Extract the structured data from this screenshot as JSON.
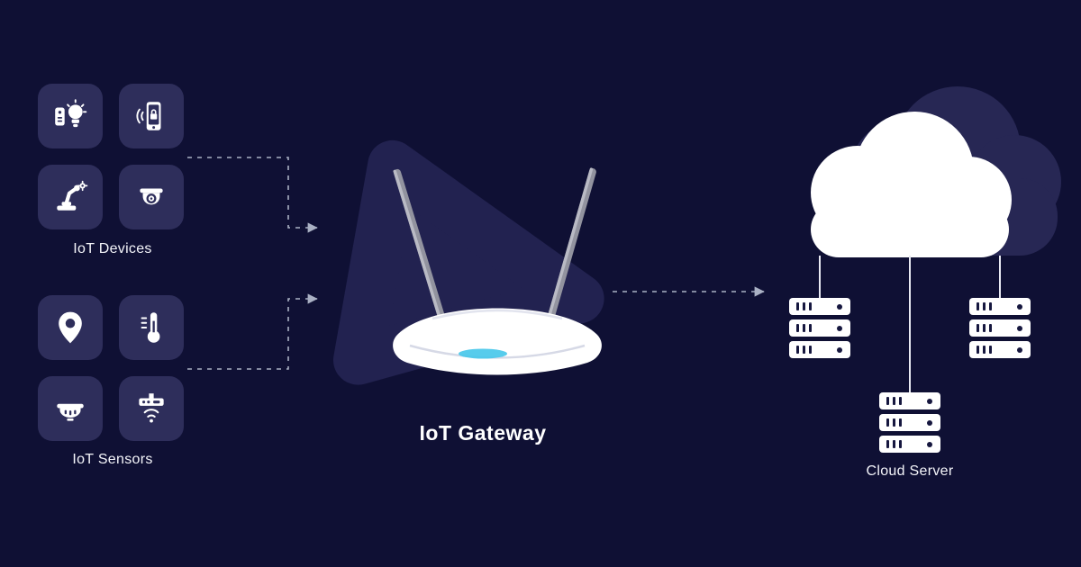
{
  "diagram_title": "IoT architecture diagram",
  "colors": {
    "background": "#0f1034",
    "tile": "#2e2e5b",
    "triangle": "#222250",
    "cloud_back": "#272754",
    "white": "#ffffff",
    "connector": "#aab1c4",
    "led": "#45c6ea"
  },
  "device_group": {
    "label": "IoT Devices",
    "tiles": [
      {
        "icon": "smart-lighting-icon"
      },
      {
        "icon": "smart-lock-icon"
      },
      {
        "icon": "robotic-arm-icon"
      },
      {
        "icon": "cctv-camera-icon"
      }
    ]
  },
  "sensor_group": {
    "label": "IoT Sensors",
    "tiles": [
      {
        "icon": "location-pin-icon"
      },
      {
        "icon": "thermometer-icon"
      },
      {
        "icon": "smoke-detector-icon"
      },
      {
        "icon": "wireless-sensor-icon"
      }
    ]
  },
  "gateway": {
    "label": "IoT Gateway"
  },
  "cloud": {
    "label": "Cloud Server"
  }
}
